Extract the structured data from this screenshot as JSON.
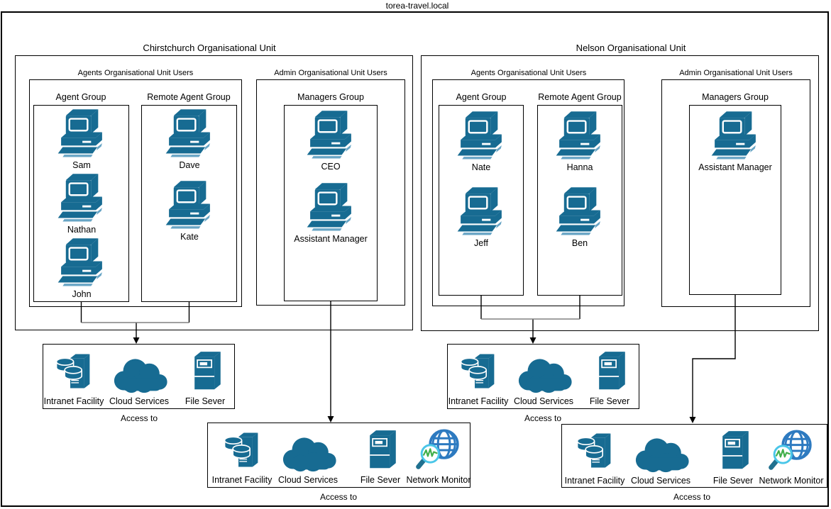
{
  "title": "torea-travel.local",
  "ous": {
    "cc": {
      "title": "Chirstchurch Organisational Unit",
      "agents_users_label": "Agents Organisational Unit Users",
      "admin_users_label": "Admin Organisational Unit Users",
      "groups": {
        "agent": {
          "label": "Agent Group",
          "members": [
            "Sam",
            "Nathan",
            "John"
          ]
        },
        "remote": {
          "label": "Remote Agent Group",
          "members": [
            "Dave",
            "Kate"
          ]
        },
        "managers": {
          "label": "Managers Group",
          "members": [
            "CEO",
            "Assistant Manager"
          ]
        }
      }
    },
    "nl": {
      "title": "Nelson Organisational Unit",
      "agents_users_label": "Agents Organisational Unit Users",
      "admin_users_label": "Admin Organisational Unit Users",
      "groups": {
        "agent": {
          "label": "Agent Group",
          "members": [
            "Nate",
            "Jeff"
          ]
        },
        "remote": {
          "label": "Remote Agent Group",
          "members": [
            "Hanna",
            "Ben"
          ]
        },
        "managers": {
          "label": "Managers Group",
          "members": [
            "Assistant Manager"
          ]
        }
      }
    }
  },
  "access": {
    "cc_agents": {
      "items": [
        "Intranet Facility",
        "Cloud Services",
        "File Sever"
      ],
      "caption": "Access to"
    },
    "cc_managers": {
      "items": [
        "Intranet Facility",
        "Cloud Services",
        "File Sever",
        "Network Monitor"
      ],
      "caption": "Access to"
    },
    "nl_agents": {
      "items": [
        "Intranet Facility",
        "Cloud Services",
        "File Sever"
      ],
      "caption": "Access to"
    },
    "nl_managers": {
      "items": [
        "Intranet Facility",
        "Cloud Services",
        "File Sever",
        "Network Monitor"
      ],
      "caption": "Access to"
    }
  },
  "colors": {
    "icon-blue": "#176B92",
    "icon-light": "#68A5C5",
    "globe-blue": "#2D7AC0",
    "lens-cyan": "#4AC6E8",
    "wave-green": "#41AF4B",
    "handle-teal": "#20708F",
    "connector-gray": "#808080"
  }
}
